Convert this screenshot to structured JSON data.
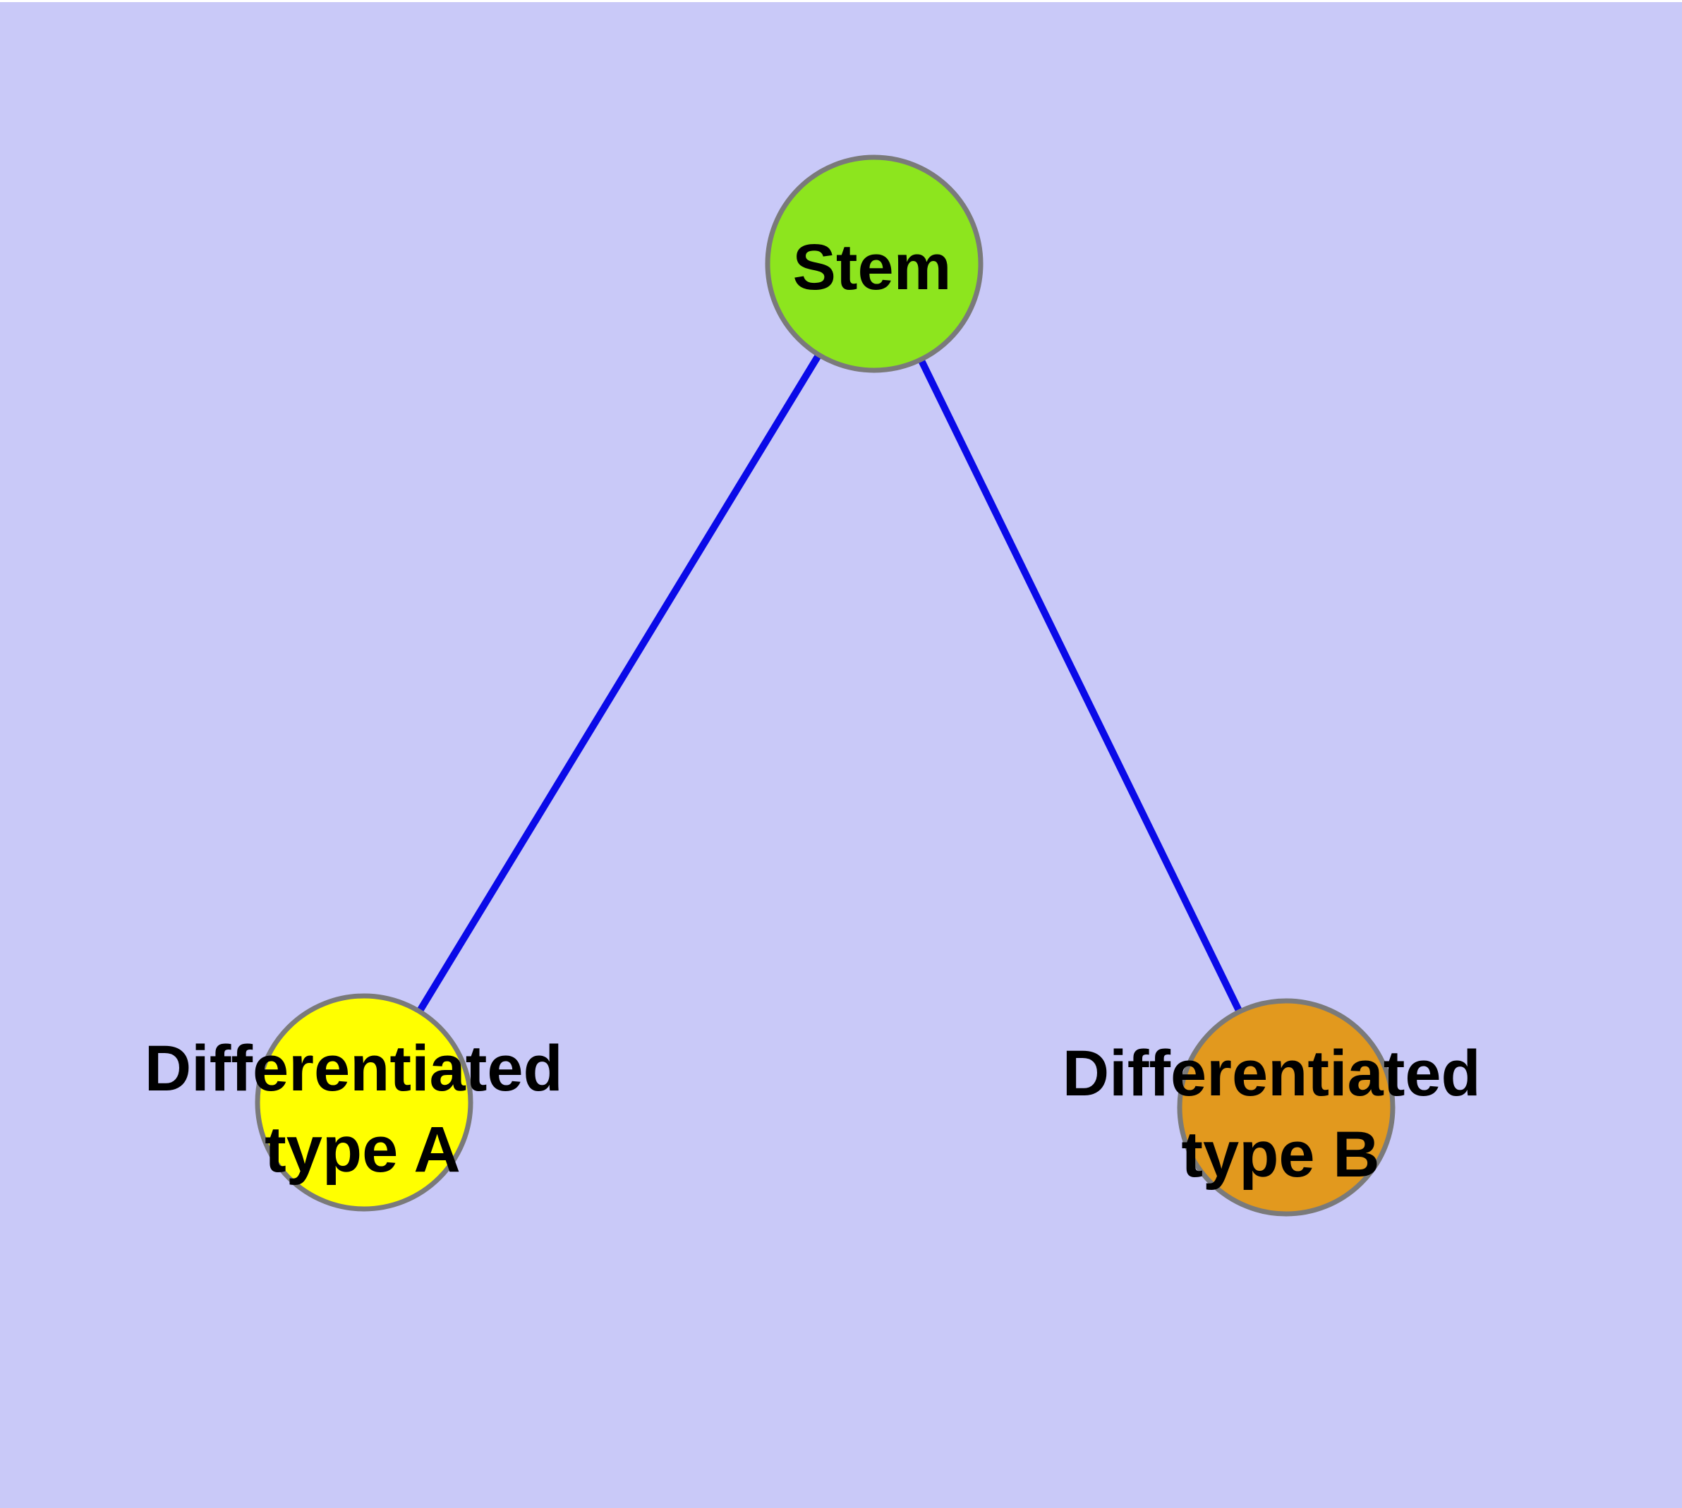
{
  "diagram": {
    "type": "node-link-graph",
    "background_color": "#c9c9f8",
    "top_margin_color": "#ffffff",
    "edge_color": "#0a0ae8",
    "node_border_color": "#7a7a7a",
    "text_color": "#000000",
    "nodes": {
      "stem": {
        "label": "Stem",
        "fill_color": "#8de51e"
      },
      "type_a": {
        "label": "Differentiated type A",
        "label_line1": "Differentiated",
        "label_line2": "type A",
        "fill_color": "#ffff00"
      },
      "type_b": {
        "label": "Differentiated type B",
        "label_line1": "Differentiated",
        "label_line2": "type B",
        "fill_color": "#e2991e"
      }
    },
    "edges": [
      {
        "from": "Stem",
        "to": "Differentiated type A"
      },
      {
        "from": "Stem",
        "to": "Differentiated type B"
      }
    ]
  }
}
